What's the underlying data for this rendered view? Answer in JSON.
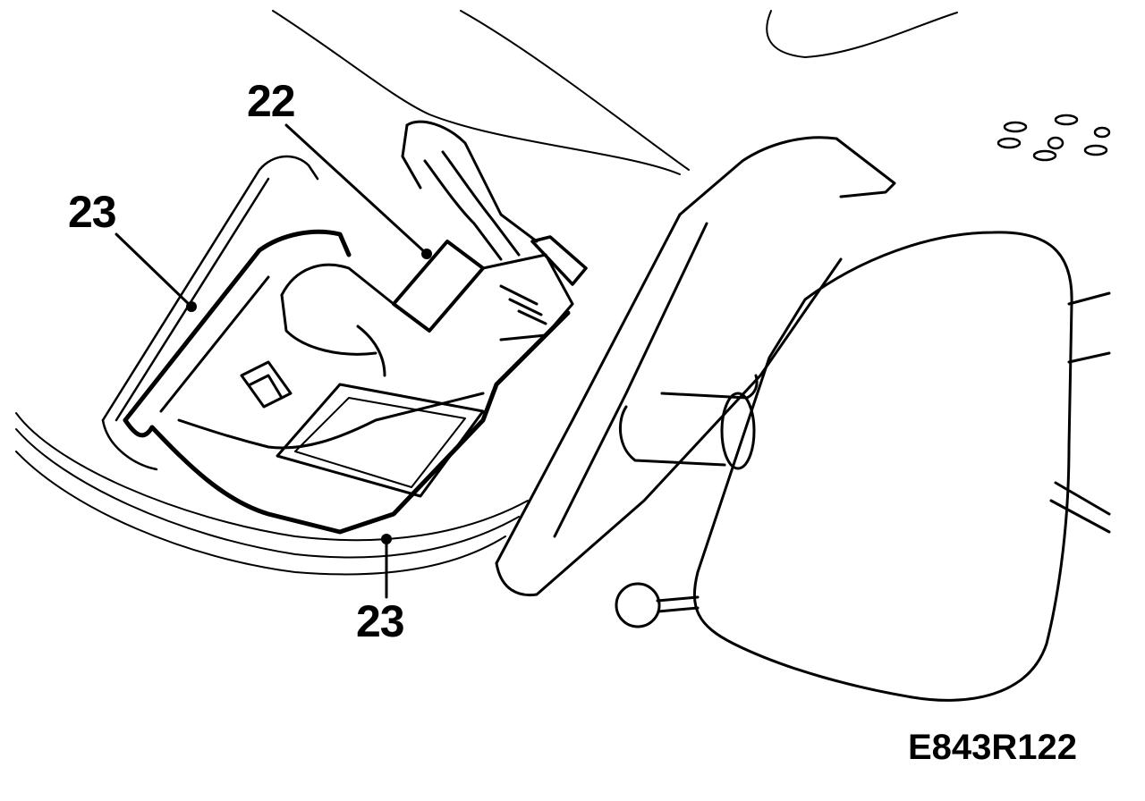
{
  "figure": {
    "code": "E843R122",
    "subject": "interior-mirror-with-overhead-console-lamp-housing"
  },
  "callouts": [
    {
      "id": "22",
      "label": "22"
    },
    {
      "id": "23a",
      "label": "23"
    },
    {
      "id": "23b",
      "label": "23"
    }
  ],
  "colors": {
    "line": "#000000",
    "background": "#ffffff"
  }
}
